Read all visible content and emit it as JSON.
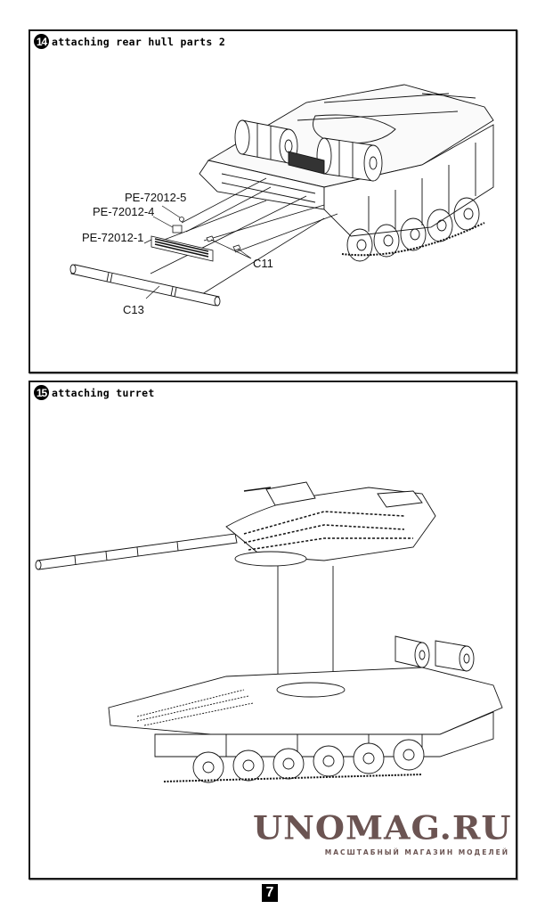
{
  "steps": [
    {
      "number": "14",
      "title": "attaching rear hull parts 2",
      "callouts": [
        "PE-72012-5",
        "PE-72012-4",
        "PE-72012-1",
        "C11",
        "C13"
      ]
    },
    {
      "number": "15",
      "title": "attaching turret"
    }
  ],
  "watermark": {
    "brand": "UNOMAG.RU",
    "tagline": "МАСШТАБНЫЙ МАГАЗИН МОДЕЛЕЙ",
    "color": "#6b5452"
  },
  "page_number": "7"
}
